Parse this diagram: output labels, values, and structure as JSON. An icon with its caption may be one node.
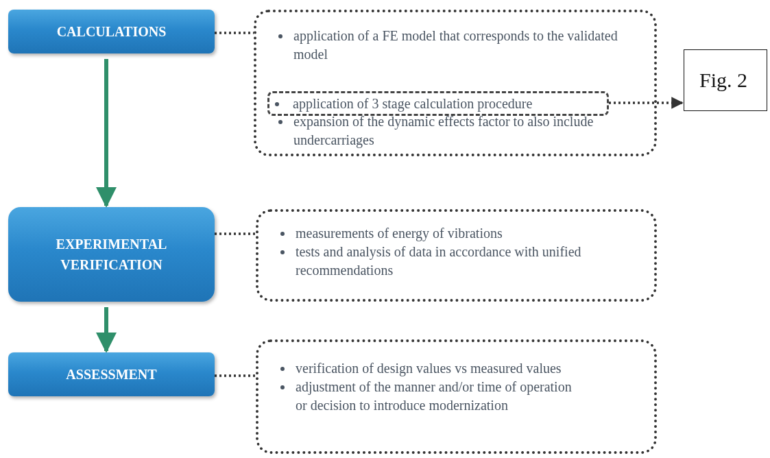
{
  "diagram": {
    "nodes": [
      {
        "text": [
          "CALCULATIONS"
        ]
      },
      {
        "text": [
          "application of a FE model that corresponds to the validated model",
          "expansion of the dynamic effects factor to also include undercarriages"
        ]
      },
      {
        "text": [
          "application of 3 stage calculation procedure"
        ],
        "in": 1
      },
      {
        "text": [
          "Fig. 2"
        ]
      },
      {
        "text": [
          "EXPERIMENTAL VERIFICATION"
        ]
      },
      {
        "text": [
          "measurements of energy of vibrations",
          "tests and analysis of data in accordance with unified recommendations"
        ]
      },
      {
        "text": [
          "ASSESSMENT"
        ]
      },
      {
        "text": [
          "verification of design values vs measured values",
          "adjustment of the manner and/or time of operation or decision to introduce modernization"
        ]
      }
    ],
    "edges": [
      {
        "from": 0,
        "to": 1,
        "arrow": "none",
        "style": "dashed"
      },
      {
        "from": 2,
        "to": 3,
        "arrow": "to",
        "style": "dashed"
      },
      {
        "from": 0,
        "to": 4,
        "arrow": "to",
        "color": "#2f8f6a"
      },
      {
        "from": 4,
        "to": 5,
        "arrow": "none",
        "style": "dashed"
      },
      {
        "from": 4,
        "to": 6,
        "arrow": "to",
        "color": "#2f8f6a"
      },
      {
        "from": 6,
        "to": 7,
        "arrow": "none",
        "style": "dashed"
      }
    ]
  }
}
